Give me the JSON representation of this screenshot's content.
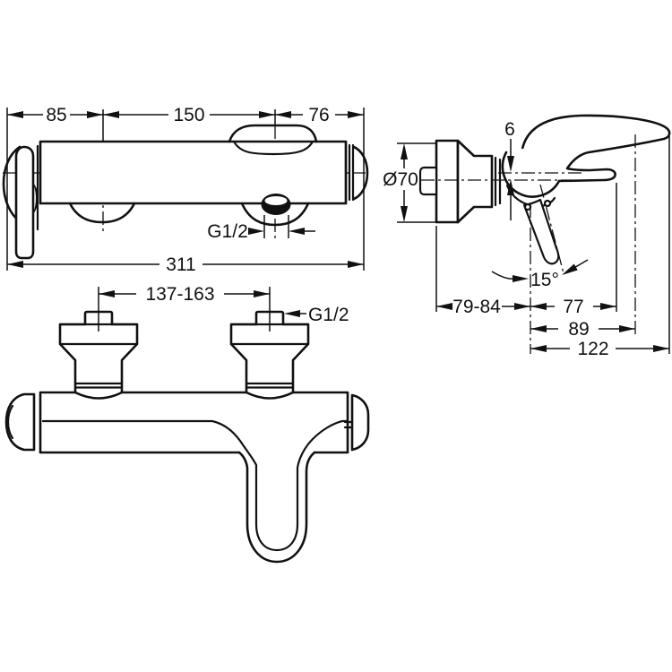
{
  "front": {
    "d85": "85",
    "d150": "150",
    "d76": "76",
    "d311": "311",
    "thread": "G1/2"
  },
  "side": {
    "d6": "6",
    "dia": "Ø70",
    "angle": "15°",
    "d7984": "79-84",
    "d77": "77",
    "d89": "89",
    "d122": "122"
  },
  "bottom": {
    "d137": "137-163",
    "thread": "G1/2"
  },
  "colors": {
    "line": "#111111",
    "background": "#ffffff"
  }
}
